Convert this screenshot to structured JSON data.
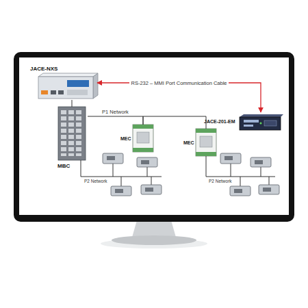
{
  "diagram": {
    "nodes": [
      {
        "text": [
          "JACE-NXS"
        ]
      },
      {
        "text": [
          "JACE-201-EM"
        ]
      },
      {
        "text": [
          "MBC"
        ]
      },
      {
        "text": [
          "MEC"
        ]
      },
      {
        "text": [
          "MEC"
        ]
      }
    ],
    "edges": [
      {
        "from": 0,
        "to": 1,
        "arrow": "both",
        "label": "RS-232 – MMI Port Communication Cable"
      },
      {
        "from": 0,
        "to": 2,
        "arrow": "none"
      },
      {
        "from": 2,
        "to": 3,
        "arrow": "none",
        "label": "P1 Network"
      },
      {
        "from": 3,
        "to": 4,
        "arrow": "none"
      }
    ],
    "labels": [
      "P2 Network",
      "P2 Network"
    ]
  }
}
